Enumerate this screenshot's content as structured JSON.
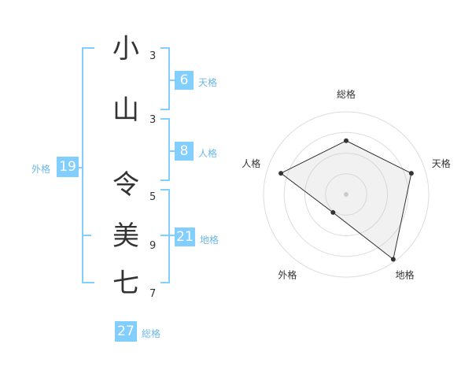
{
  "name": {
    "characters": [
      {
        "char": "小",
        "strokes": "3"
      },
      {
        "char": "山",
        "strokes": "3"
      },
      {
        "char": "令",
        "strokes": "5"
      },
      {
        "char": "美",
        "strokes": "9"
      },
      {
        "char": "七",
        "strokes": "7"
      }
    ]
  },
  "kakusu": {
    "tenkaku": {
      "value": "6",
      "label": "天格"
    },
    "jinkaku": {
      "value": "8",
      "label": "人格"
    },
    "chikaku": {
      "value": "21",
      "label": "地格"
    },
    "gaikaku": {
      "value": "19",
      "label": "外格"
    },
    "soukaku": {
      "value": "27",
      "label": "総格"
    }
  },
  "colors": {
    "accent": "#82CFFF",
    "label": "#6DB8E6",
    "text": "#333333"
  },
  "chart_data": {
    "type": "radar",
    "axes": [
      "総格",
      "天格",
      "地格",
      "外格",
      "人格"
    ],
    "values": [
      0.65,
      0.83,
      0.97,
      0.27,
      0.83
    ],
    "rings": 4
  }
}
